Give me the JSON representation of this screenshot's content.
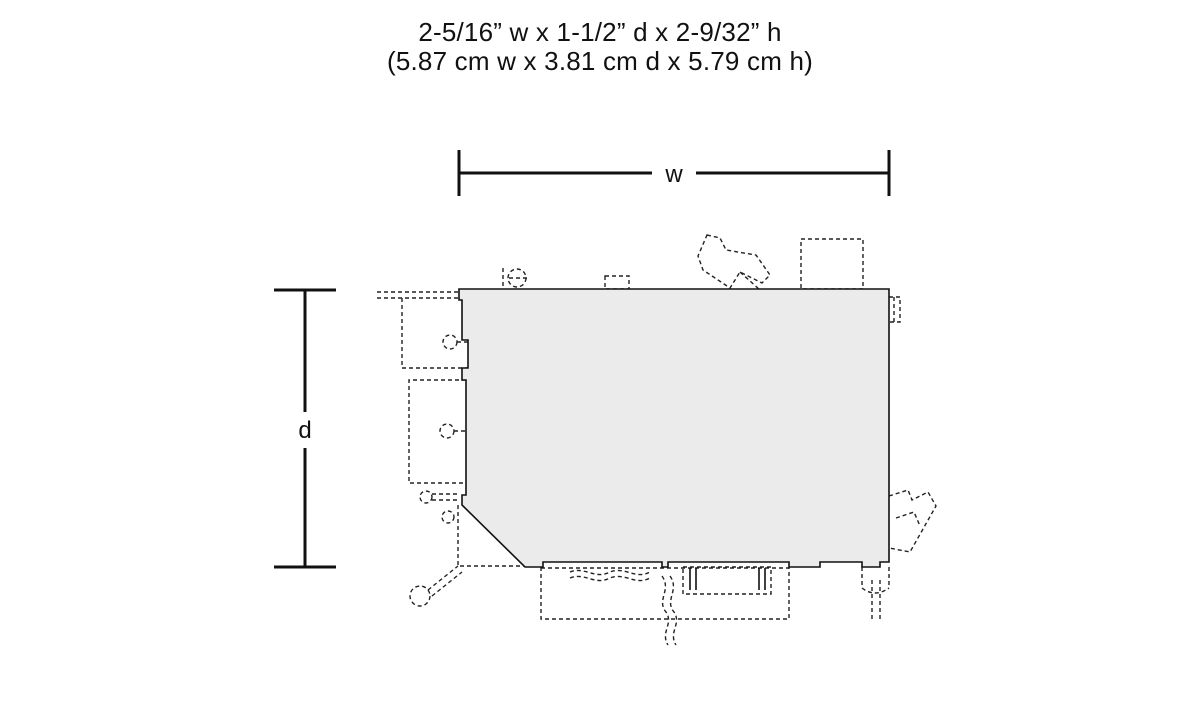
{
  "dimensions": {
    "imperial": "2-5/16” w x 1-1/2” d x 2-9/32” h",
    "metric": "(5.87 cm w x 3.81 cm d x 5.79 cm h)"
  },
  "width_label": "w",
  "depth_label": "d",
  "colors": {
    "body_fill": "#ebebeb",
    "line": "#111111",
    "background": "#ffffff"
  }
}
